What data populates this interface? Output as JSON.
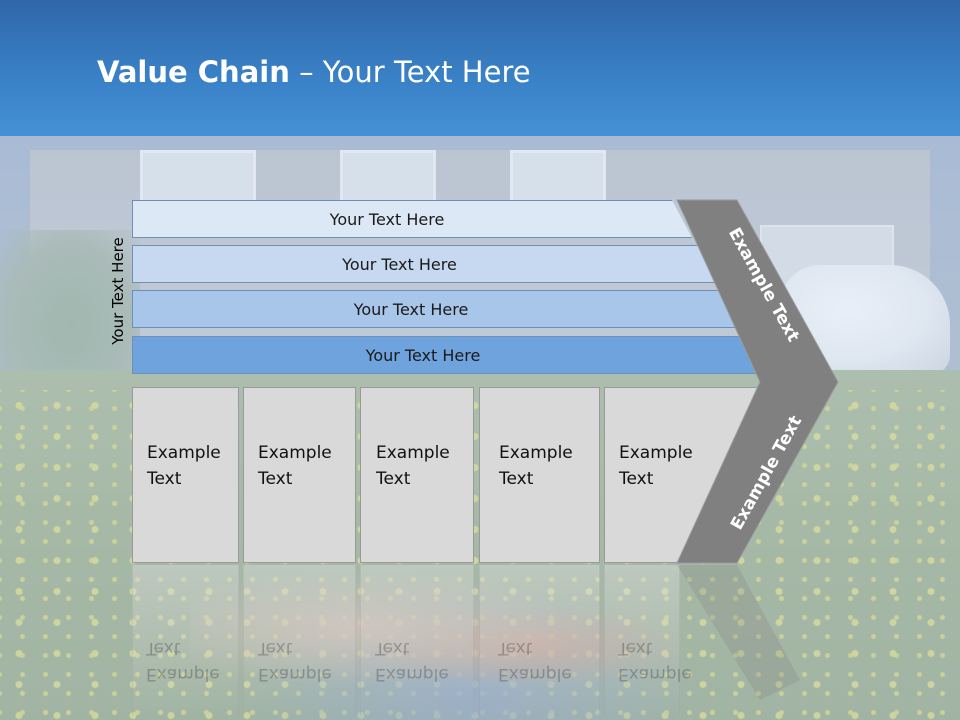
{
  "header": {
    "title_bold": "Value Chain",
    "title_rest": " – Your Text Here"
  },
  "side_label": "Your Text Here",
  "rows": [
    {
      "label": "Your Text Here"
    },
    {
      "label": "Your Text Here"
    },
    {
      "label": "Your Text Here"
    },
    {
      "label": "Your Text Here"
    }
  ],
  "boxes": [
    {
      "line1": "Example",
      "line2": "Text"
    },
    {
      "line1": "Example",
      "line2": "Text"
    },
    {
      "line1": "Example",
      "line2": "Text"
    },
    {
      "line1": "Example",
      "line2": "Text"
    },
    {
      "line1": "Example",
      "line2": "Text"
    }
  ],
  "chevron": {
    "upper_label": "Example Text",
    "lower_label": "Example Text"
  },
  "colors": {
    "header": "#3a82c8",
    "chevron": "#808080",
    "box": "#d9d9d9"
  }
}
